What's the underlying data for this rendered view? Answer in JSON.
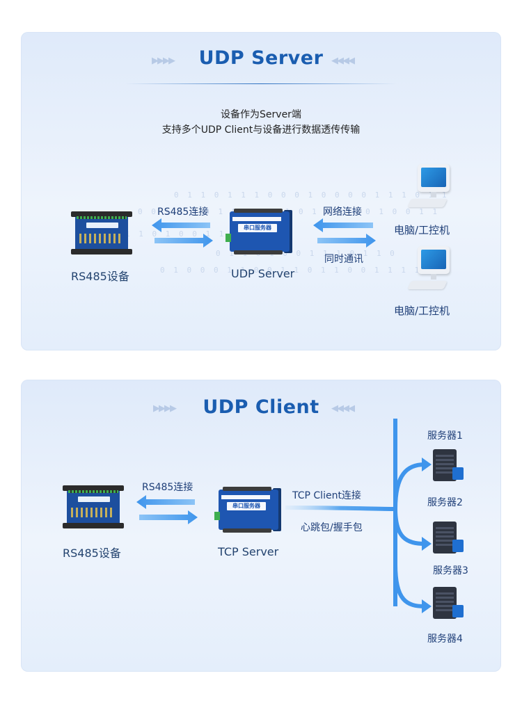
{
  "panel1": {
    "title": "UDP Server",
    "desc_line1": "设备作为Server端",
    "desc_line2": "支持多个UDP Client与设备进行数据透传传输",
    "rs485_link": "RS485连接",
    "net_link": "网络连接",
    "sync_comm": "同时通讯",
    "rs485_device": "RS485设备",
    "server_label": "UDP Server",
    "pc1": "电脑/工控机",
    "pc2": "电脑/工控机",
    "device_caption": "串口服务器",
    "binary_row1": "0 1 1 0 1 1 1 0 0 0 1 0 0 0 0 1 1 1 0 1 1",
    "binary_row2": "0 0 1 1 1 0 1 0 0 0 0 1 0 1 0 1 0 0 1 0 0 1 1",
    "binary_row3": "1 1 0 1 0 0 1 1 1 0 1 1",
    "binary_row4": "0 1 1 0 1 0 0 1 1 1 0 1 1 0",
    "binary_row5": "0 1 0 0 0 1 1 0 0 1 1 0 1 1 0 0 1 1 1 1 1"
  },
  "panel2": {
    "title": "UDP Client",
    "rs485_link": "RS485连接",
    "tcp_link": "TCP Client连接",
    "heartbeat": "心跳包/握手包",
    "rs485_device": "RS485设备",
    "server_label": "TCP Server",
    "device_caption": "串口服务器",
    "servers": [
      "服务器1",
      "服务器2",
      "服务器3",
      "服务器4"
    ]
  },
  "colors": {
    "title": "#1a5db0",
    "arrow": "#3f95ec",
    "device_blue": "#1e56b1"
  },
  "icons": [
    "rs485-device-icon",
    "serial-server-icon",
    "computer-icon",
    "server-tower-icon",
    "double-arrow-icon"
  ]
}
